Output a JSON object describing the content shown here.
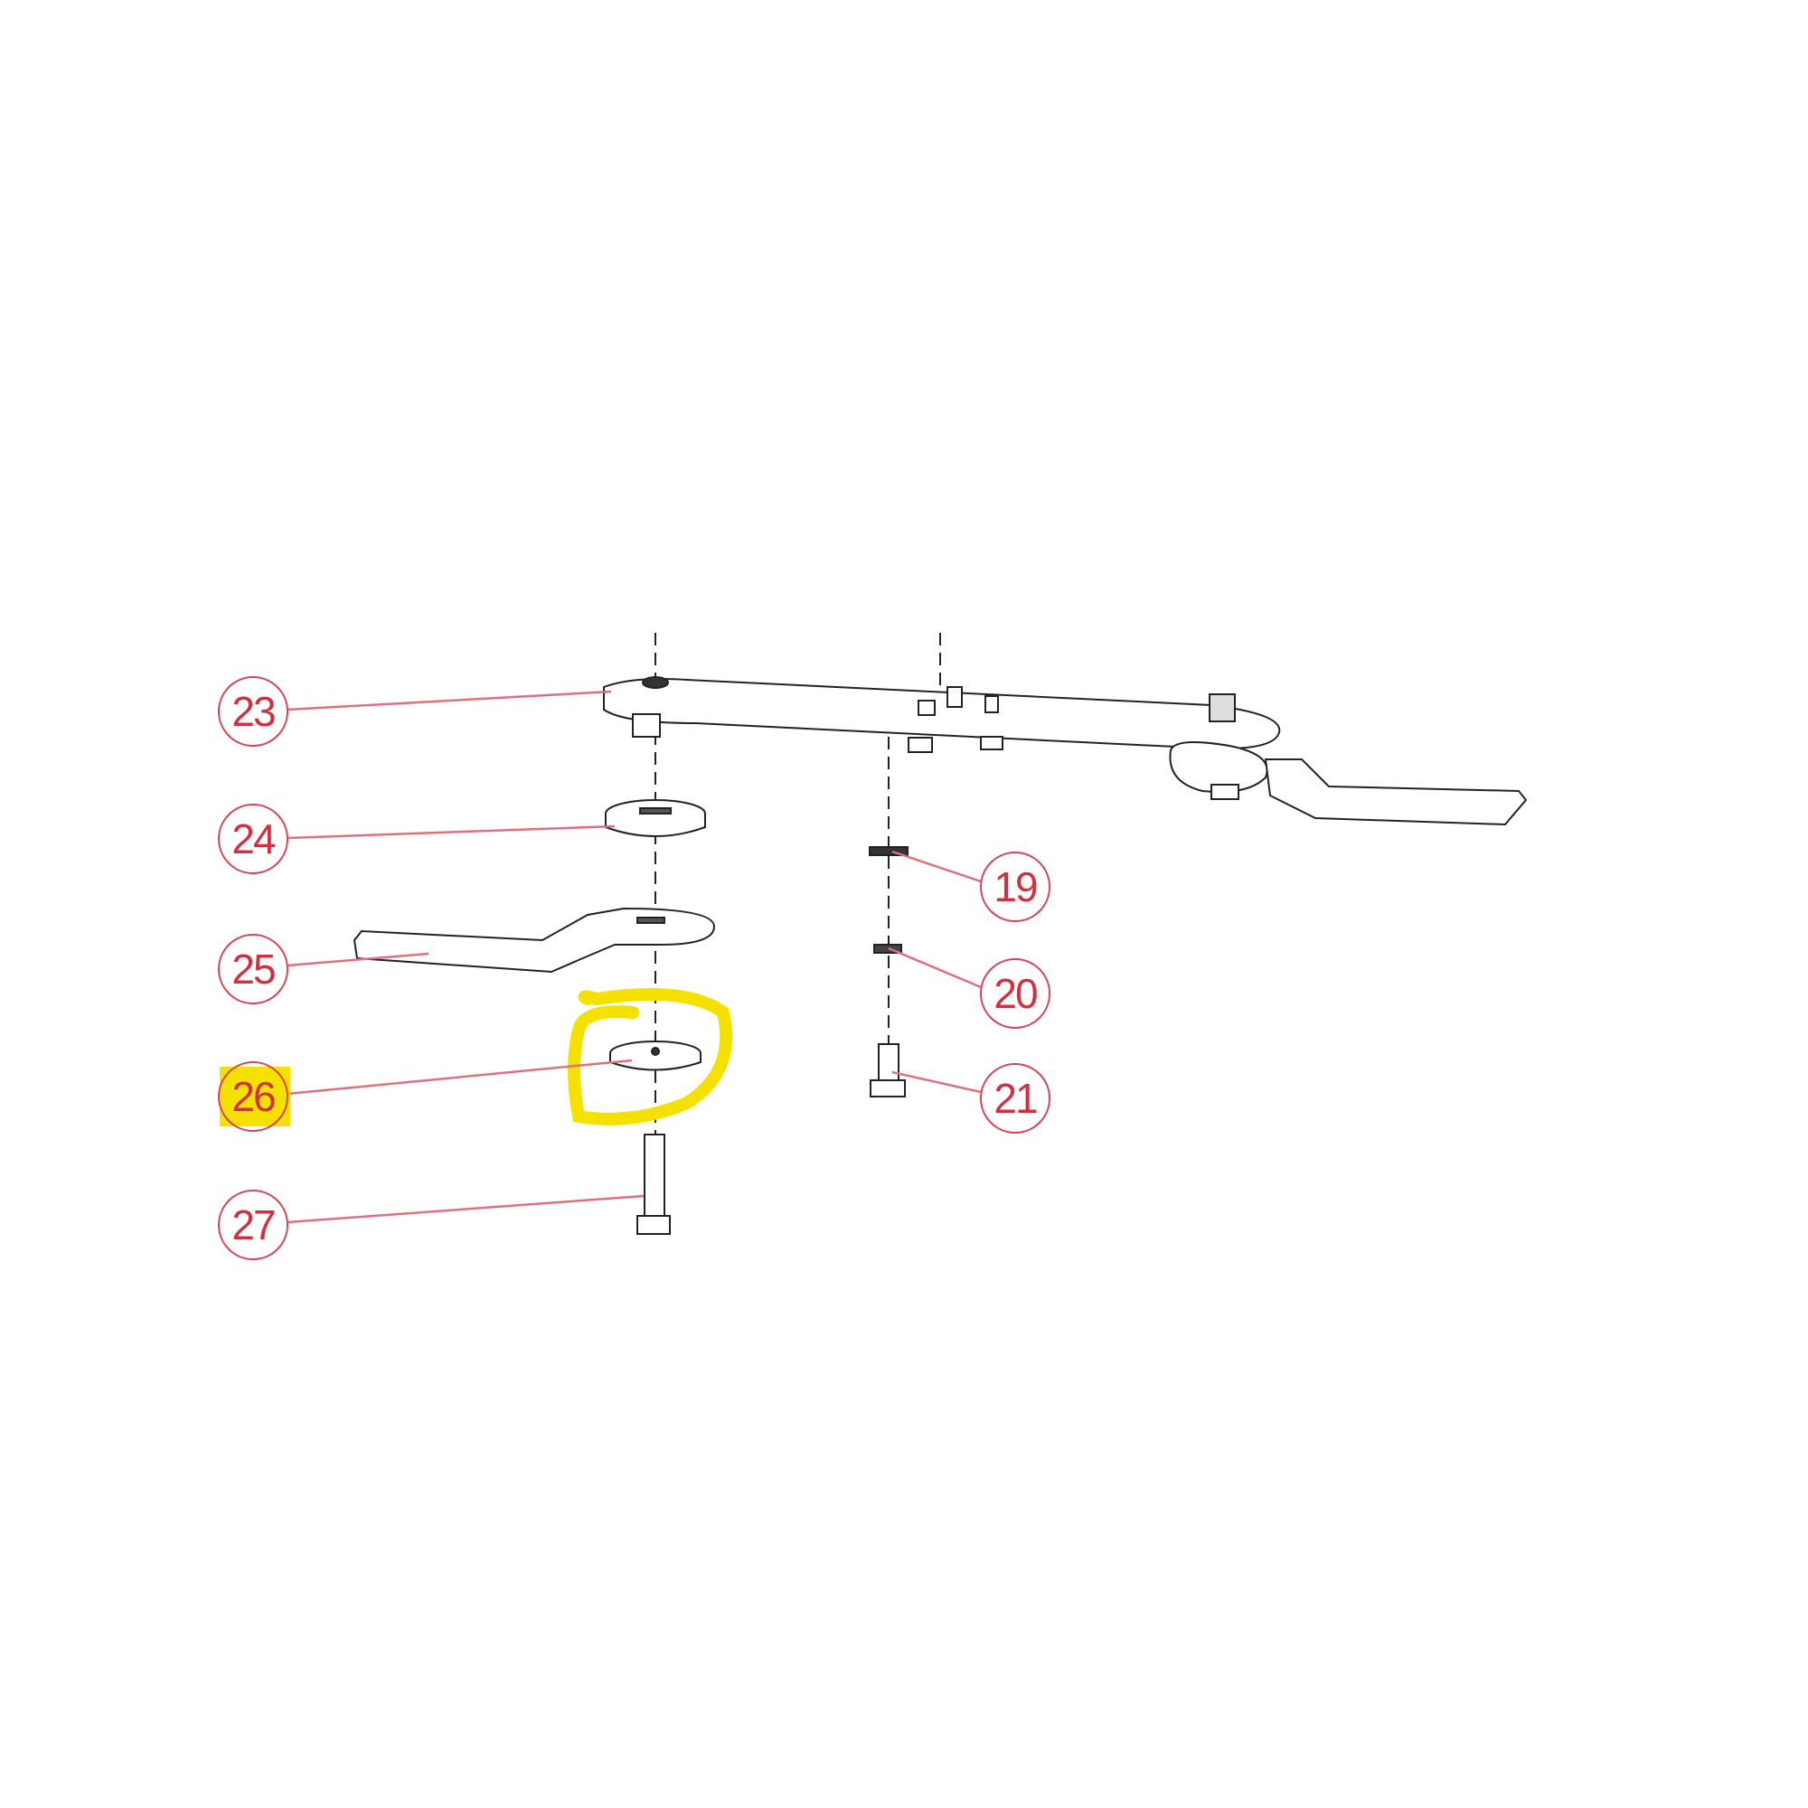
{
  "callouts": {
    "c23": "23",
    "c24": "24",
    "c25": "25",
    "c26": "26",
    "c27": "27",
    "c19": "19",
    "c20": "20",
    "c21": "21"
  },
  "highlighted_part": "26",
  "colors": {
    "callout": "#d32f3f",
    "highlight": "#f5e100",
    "line": "#333333"
  }
}
